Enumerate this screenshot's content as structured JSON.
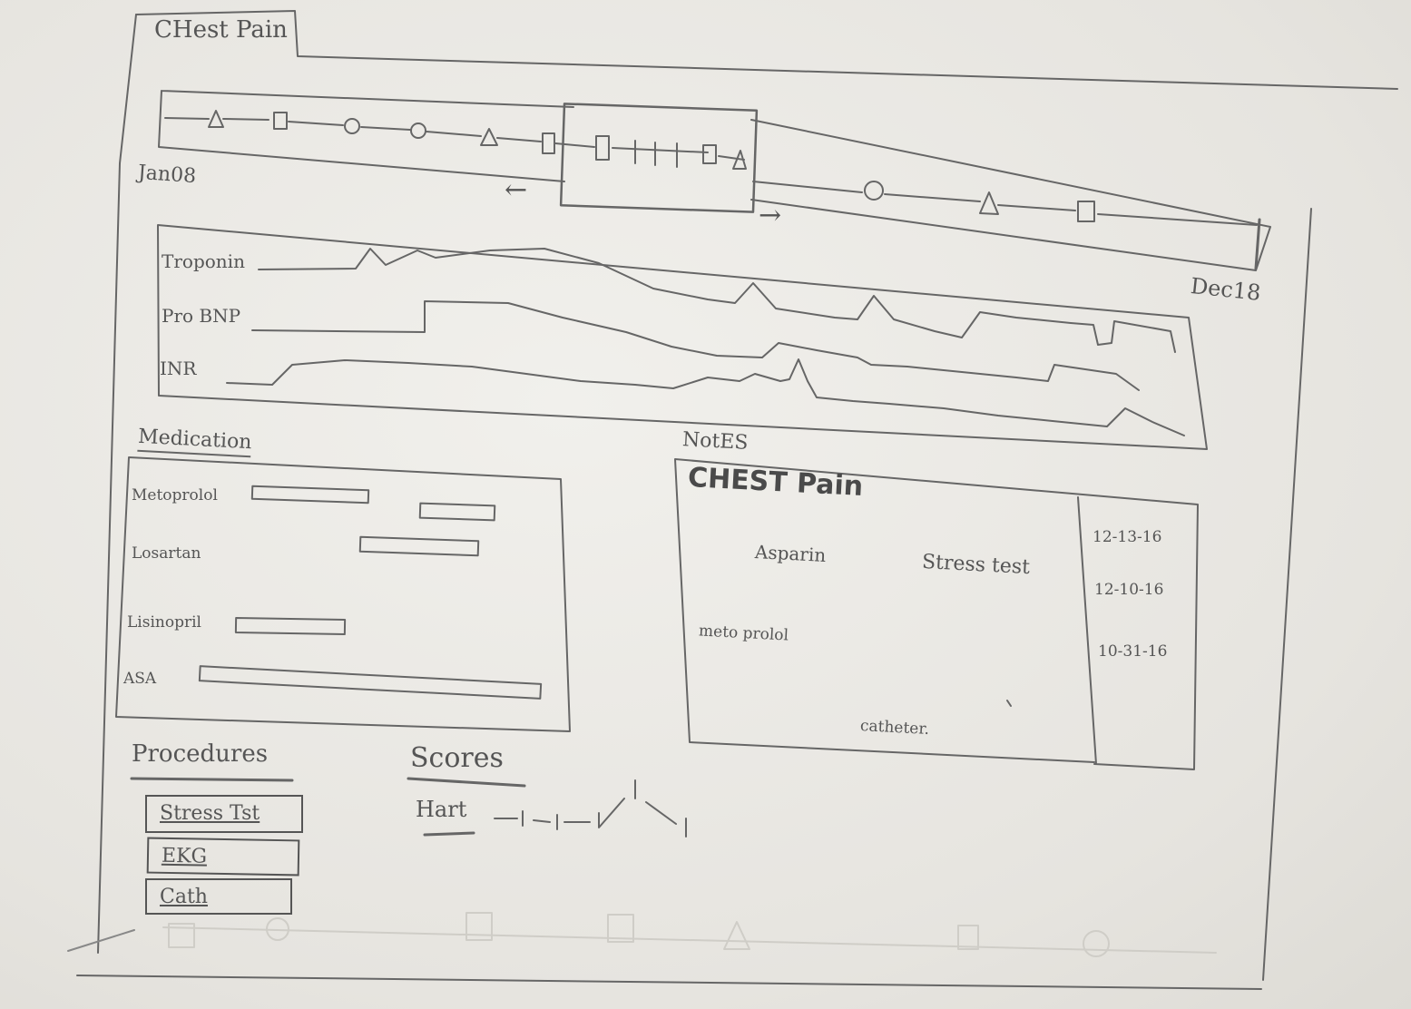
{
  "tab": {
    "title": "CHest Pain"
  },
  "timeline": {
    "start_label": "Jan08",
    "end_label": "Dec18",
    "markers": [
      "triangle",
      "square",
      "circle",
      "circle",
      "triangle",
      "square",
      "square",
      "tick",
      "tick",
      "tick",
      "square",
      "triangle",
      "circle",
      "triangle",
      "square"
    ],
    "nav_left": "←",
    "nav_right": "→"
  },
  "labs": {
    "series": [
      {
        "name": "Troponin"
      },
      {
        "name": "Pro BNP"
      },
      {
        "name": "INR"
      }
    ]
  },
  "medication": {
    "title": "Medication",
    "rows": [
      {
        "name": "Metoprolol"
      },
      {
        "name": "Losartan"
      },
      {
        "name": "Lisinopril"
      },
      {
        "name": "ASA"
      }
    ]
  },
  "notes": {
    "title": "NotES",
    "heading": "CHEST Pain",
    "items": [
      "Asparin",
      "Stress test",
      "meto prolol",
      "catheter."
    ],
    "dates": [
      "12-13-16",
      "12-10-16",
      "10-31-16"
    ]
  },
  "procedures": {
    "title": "Procedures",
    "items": [
      "Stress Tst",
      "EKG",
      "Cath"
    ]
  },
  "scores": {
    "title": "Scores",
    "items": [
      {
        "name": "Hart"
      }
    ]
  }
}
